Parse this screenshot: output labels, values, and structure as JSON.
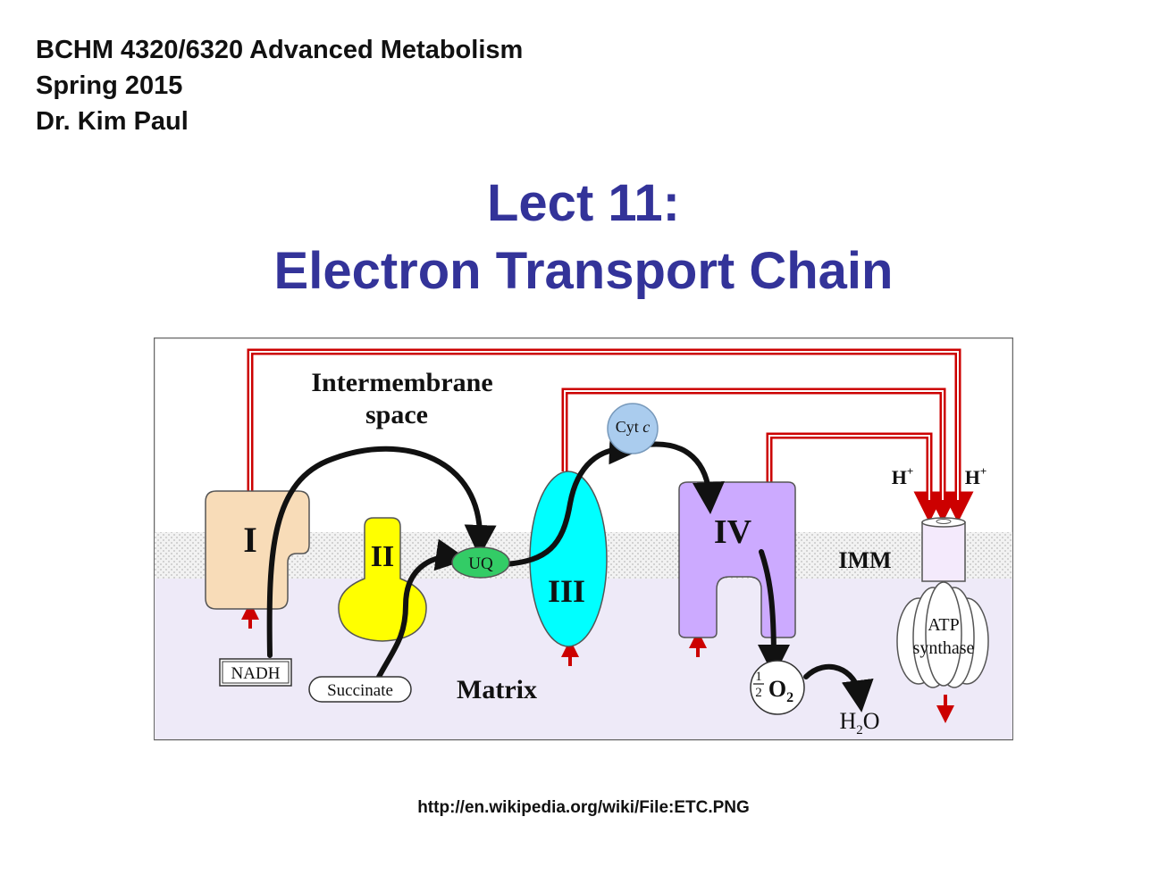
{
  "header": {
    "course": "BCHM 4320/6320 Advanced Metabolism",
    "term": "Spring 2015",
    "instructor": "Dr. Kim Paul"
  },
  "title": {
    "line1": "Lect 11:",
    "line2": "Electron Transport Chain"
  },
  "diagram": {
    "intermembrane_line1": "Intermembrane",
    "intermembrane_line2": "space",
    "complex_I": "I",
    "complex_II": "II",
    "complex_III": "III",
    "complex_IV": "IV",
    "ubiquinone": "UQ",
    "cytochrome_c": "Cyt",
    "cytochrome_c_italic": "c",
    "nadh": "NADH",
    "succinate": "Succinate",
    "matrix": "Matrix",
    "imm": "IMM",
    "proton": "H",
    "proton_charge": "+",
    "atp_synthase_line1": "ATP",
    "atp_synthase_line2": "synthase",
    "oxygen_num": "1",
    "oxygen_den": "2",
    "oxygen": "O",
    "oxygen_sub": "2",
    "water": "H",
    "water_sub": "2",
    "water_o": "O",
    "colors": {
      "proton_flow": "#cc0000",
      "complex_I": "#f8dcb8",
      "complex_II": "#ffff00",
      "complex_III": "#00ffff",
      "complex_IV": "#ccaaff",
      "ubiquinone": "#33cc66",
      "cytochrome_c": "#aaccee",
      "matrix": "#eeeaf8",
      "title": "#333399"
    }
  },
  "source_link": "http://en.wikipedia.org/wiki/File:ETC.PNG"
}
